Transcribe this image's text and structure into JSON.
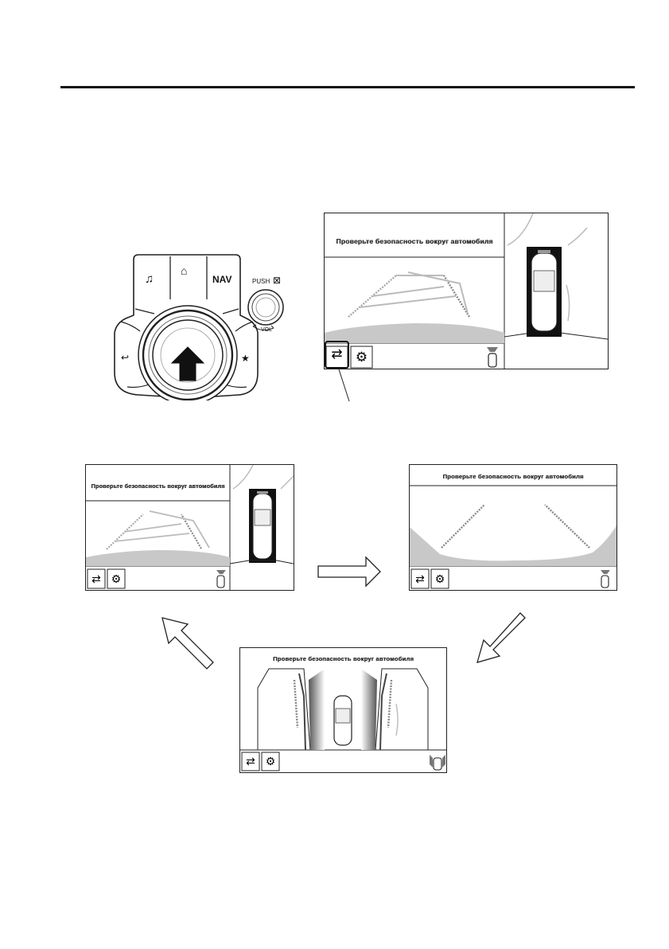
{
  "controller": {
    "nav_label": "NAV",
    "push_label": "PUSH",
    "vol_label": "VOL"
  },
  "screens": {
    "caption": "Проверьте безопасность вокруг автомобиля"
  },
  "icons": {
    "view_switch": "view-switch-icon",
    "settings": "gear-icon",
    "sensor": "parking-sensor-icon",
    "music": "music-note-icon",
    "home": "home-icon",
    "back": "back-arrow-icon",
    "favorite": "star-icon",
    "mute": "mute-icon"
  },
  "colors": {
    "line": "#222222",
    "ground": "#c8c8c8",
    "guide": "#999999"
  }
}
